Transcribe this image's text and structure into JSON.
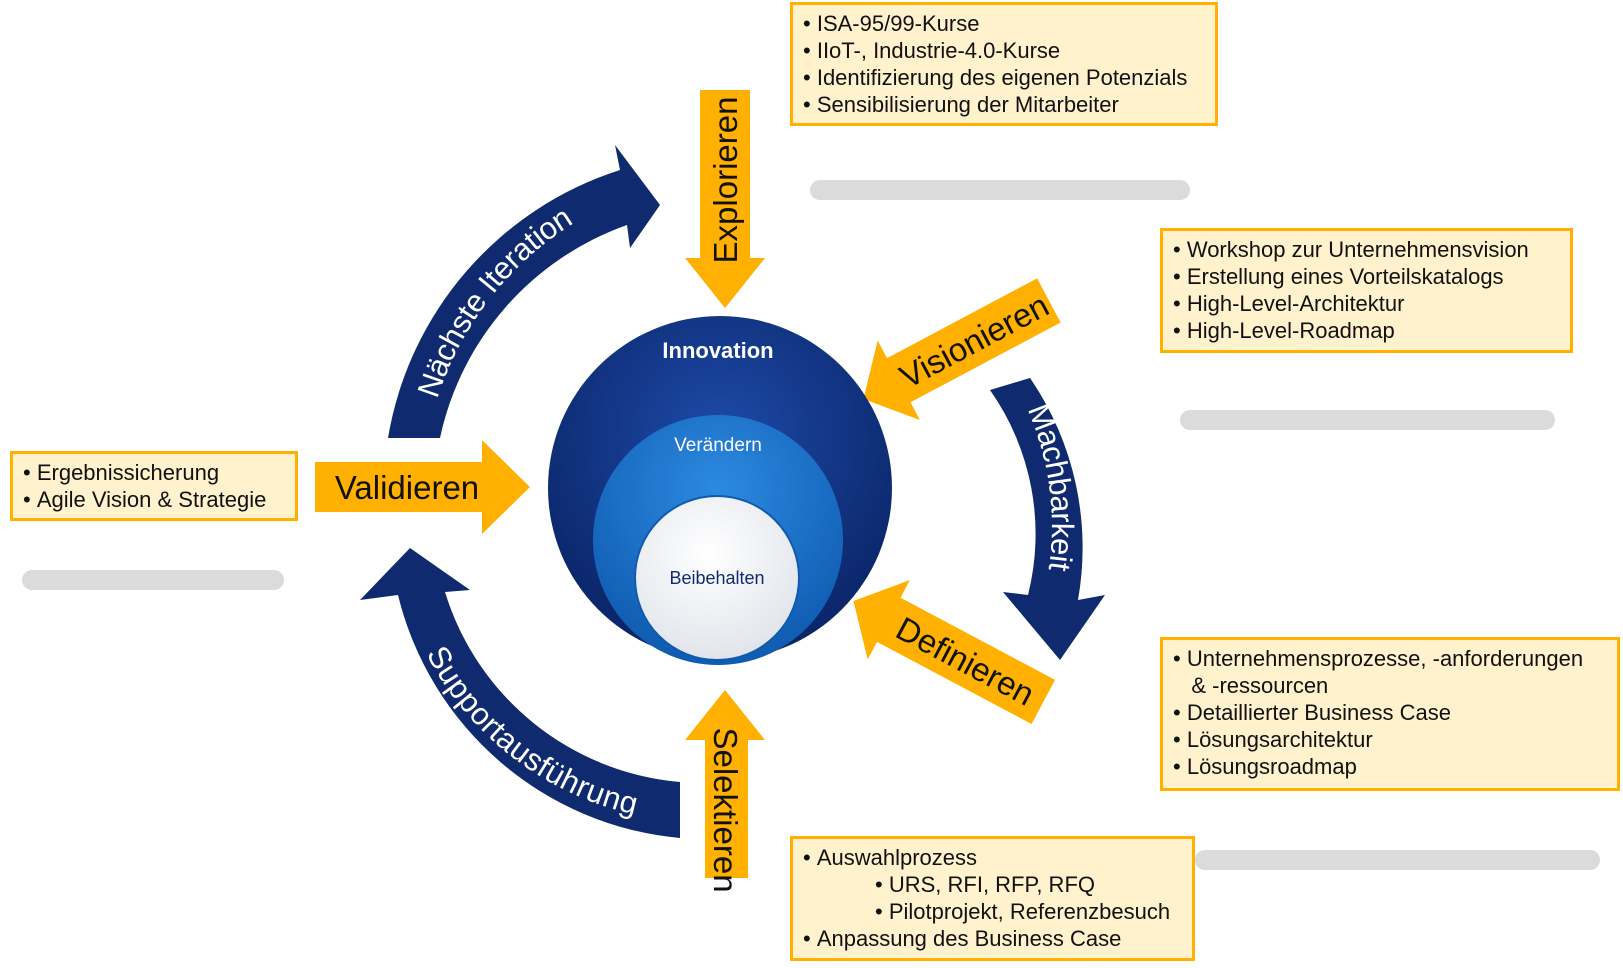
{
  "center": {
    "outer_label": "Innovation",
    "middle_label": "Verändern",
    "inner_label": "Beibehalten",
    "colors": {
      "outer": "#0d2d7a",
      "middle": "#1b6fc0",
      "inner": "#f5f5f5"
    }
  },
  "phases": {
    "explorieren": "Explorieren",
    "visionieren": "Visionieren",
    "definieren": "Definieren",
    "selektieren": "Selektieren",
    "validieren": "Validieren"
  },
  "cycle_arrows": {
    "naechste_iteration": "Nächste Iteration",
    "machbarkeit": "Machbarkeit",
    "supportausfuehrung": "Supportausführung"
  },
  "boxes": {
    "explorieren": [
      "ISA-95/99-Kurse",
      "IIoT-, Industrie-4.0-Kurse",
      "Identifizierung des eigenen Potenzials",
      "Sensibilisierung der Mitarbeiter"
    ],
    "visionieren": [
      "Workshop zur Unternehmensvision",
      "Erstellung eines Vorteilskatalogs",
      "High-Level-Architektur",
      "High-Level-Roadmap"
    ],
    "definieren": [
      "Unternehmensprozesse, -anforderungen",
      "& -ressourcen",
      "Detaillierter Business Case",
      "Lösungsarchitektur",
      "Lösungsroadmap"
    ],
    "selektieren": [
      "Auswahlprozess",
      "URS, RFI, RFP, RFQ",
      "Pilotprojekt, Referenzbesuch",
      "Anpassung des Business Case"
    ],
    "validieren": [
      "Ergebnissicherung",
      "Agile Vision & Strategie"
    ]
  },
  "colors": {
    "phase_arrow": "#ffb000",
    "cycle_arrow": "#0f2a6e",
    "box_fill": "#fff2cc"
  }
}
